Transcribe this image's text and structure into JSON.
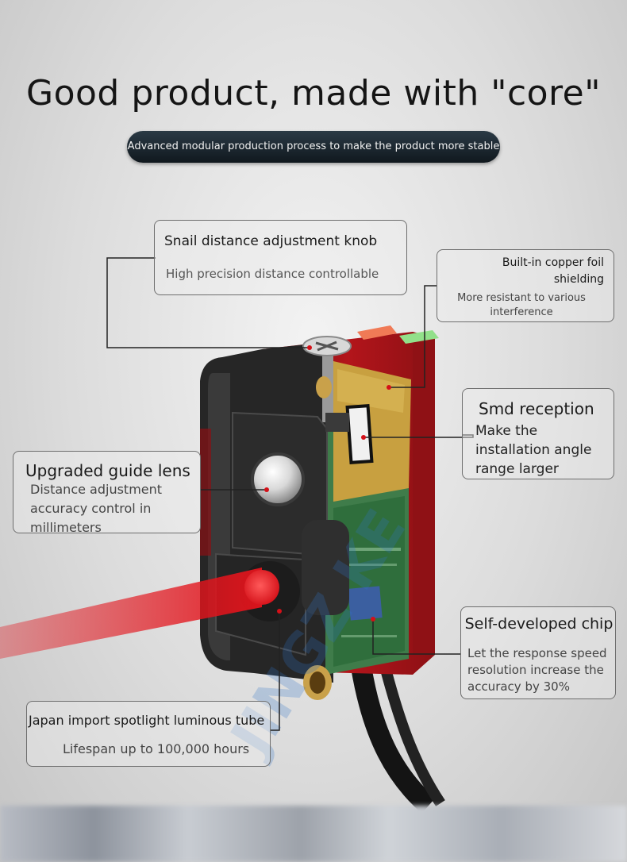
{
  "headline": "Good product, made with \"core\"",
  "subtitle": "Advanced modular production process to make the product more stable",
  "callouts": {
    "snail": {
      "title": "Snail distance adjustment knob",
      "desc": "High precision distance controllable"
    },
    "copper": {
      "title": "Built-in copper foil shielding",
      "desc": "More resistant to various interference"
    },
    "smd": {
      "title": "Smd reception",
      "desc": "Make the installation angle range larger"
    },
    "lens": {
      "title": "Upgraded guide lens",
      "desc": "Distance adjustment accuracy control in millimeters"
    },
    "chip": {
      "title": "Self-developed chip",
      "desc": "Let the response speed resolution increase the accuracy by 30%"
    },
    "tube": {
      "title": "Japan import spotlight luminous tube",
      "desc": "Lifespan up to 100,000 hours"
    }
  },
  "colors": {
    "housing_red": "#b3151b",
    "housing_dark": "#2a2a2a",
    "pcb_green": "#3f7c4a",
    "copper": "#c8a040",
    "laser_red": "#e3141c",
    "watermark_blue": "#2f74c8"
  }
}
